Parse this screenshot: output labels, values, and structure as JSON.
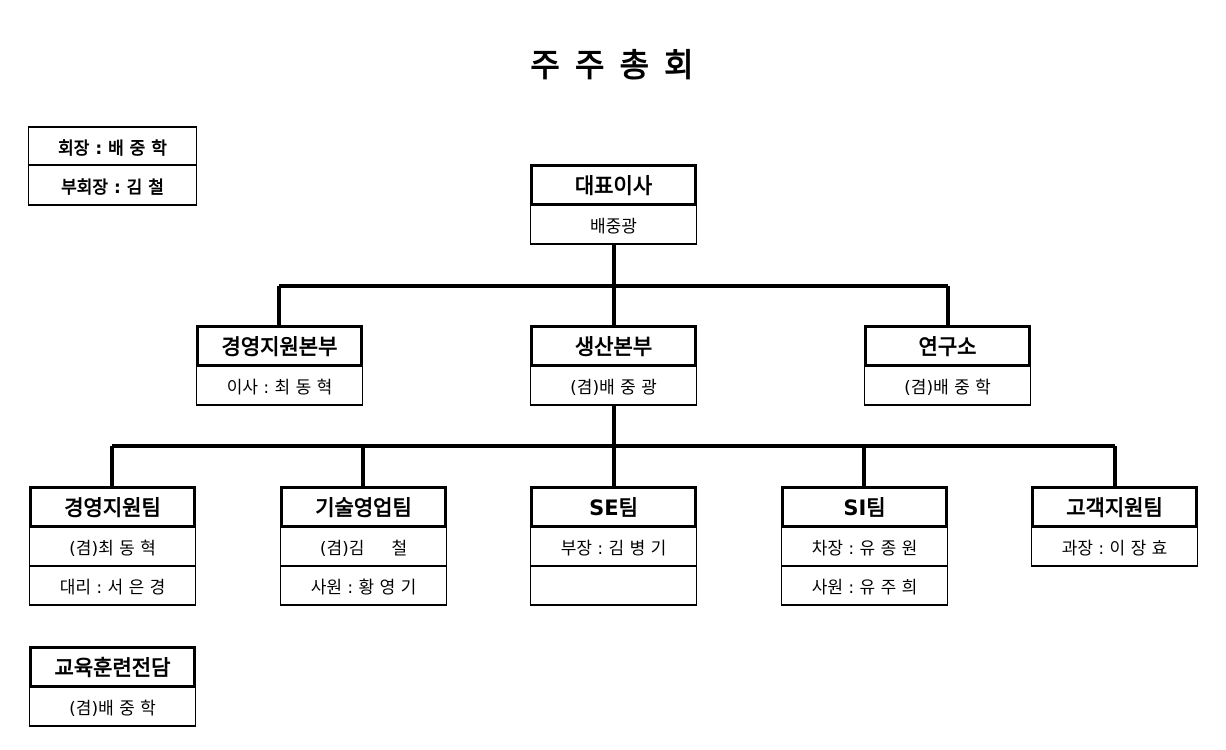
{
  "title": "주 주 총 회",
  "officers": {
    "chairman": "회장 : 배 중 학",
    "vice_chairman": "부회장 : 김  철"
  },
  "ceo": {
    "title": "대표이사",
    "name": "배중광"
  },
  "divisions": {
    "management": {
      "title": "경영지원본부",
      "person": "이사 : 최 동 혁"
    },
    "production": {
      "title": "생산본부",
      "person": "(겸)배 중 광"
    },
    "research": {
      "title": "연구소",
      "person": "(겸)배 중 학"
    }
  },
  "teams": {
    "mgmt_support": {
      "title": "경영지원팀",
      "rows": [
        "(겸)최 동 혁",
        "대리 : 서 은 경"
      ]
    },
    "tech_sales": {
      "title": "기술영업팀",
      "rows": [
        "(겸)김     철",
        "사원 : 황 영 기"
      ]
    },
    "se": {
      "title": "SE팀",
      "rows": [
        "부장 : 김 병 기",
        ""
      ]
    },
    "si": {
      "title": "SI팀",
      "rows": [
        "차장 : 유 종 원",
        "사원 : 유 주 희"
      ]
    },
    "customer_support": {
      "title": "고객지원팀",
      "rows": [
        "과장 : 이 장 효"
      ]
    }
  },
  "training": {
    "title": "교육훈련전담",
    "person": "(겸)배 중 학"
  }
}
